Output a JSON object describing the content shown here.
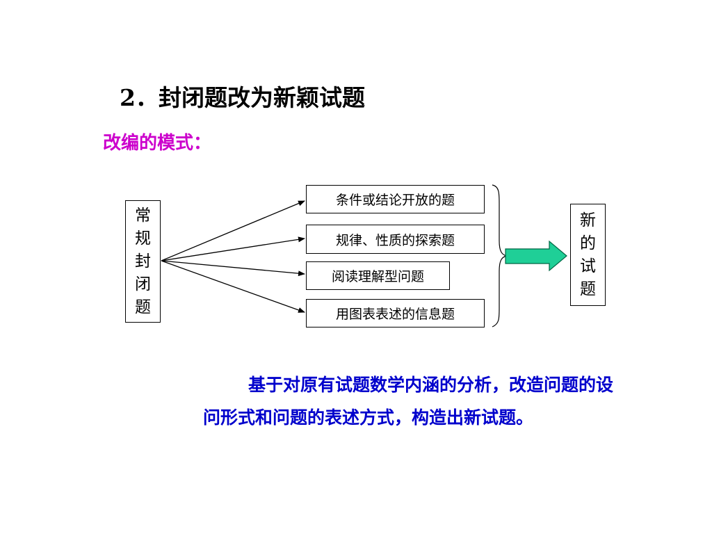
{
  "title": "2．封闭题改为新颖试题",
  "subtitle": "改编的模式：",
  "diagram": {
    "source_chars": [
      "常",
      "规",
      "封",
      "闭",
      "题"
    ],
    "items": [
      "条件或结论开放的题",
      "规律、性质的探索题",
      "阅读理解型问题",
      "用图表表述的信息题"
    ],
    "target_chars": [
      "新",
      "的",
      "试",
      "题"
    ]
  },
  "paragraph": "基于对原有试题数学内涵的分析，改造问题的设问形式和问题的表述方式，构造出新试题。",
  "colors": {
    "subtitle": "#cc00cc",
    "paragraph": "#0000cc",
    "arrow_fill": "#1fcf97",
    "arrow_stroke": "#006644"
  }
}
